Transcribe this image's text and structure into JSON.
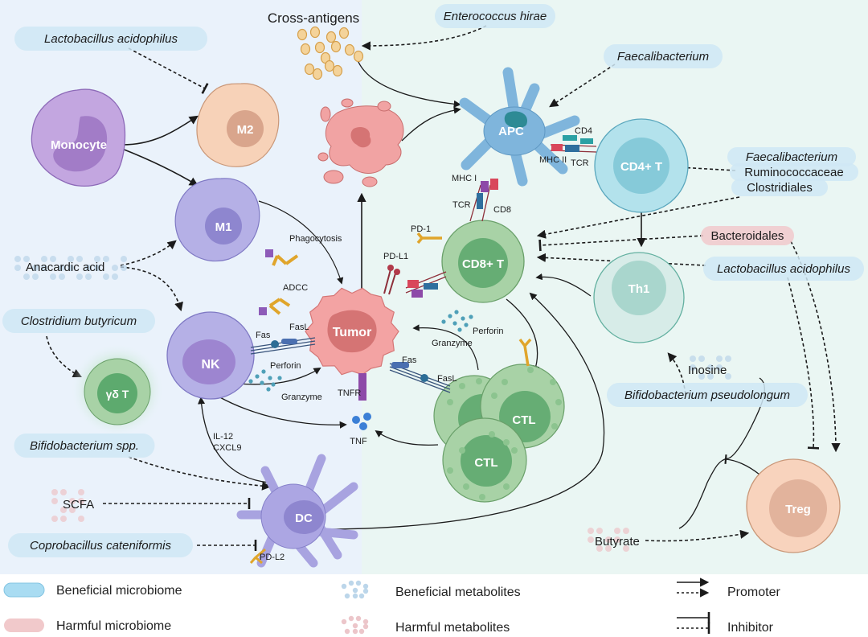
{
  "colors": {
    "left_panel_bg": "#eaf2fb",
    "right_panel_bg": "#eaf6f3",
    "beneficial_microbe": "#cfe7f4",
    "harmful_microbe": "#f1c9cb",
    "beneficial_metabolite": "#bcd6ea",
    "harmful_metabolite": "#ecc6ca"
  },
  "cells": {
    "monocyte": "Monocyte",
    "m2": "M2",
    "m1": "M1",
    "nk": "NK",
    "gamma_delta_t": "γδ T",
    "dc": "DC",
    "tumor": "Tumor",
    "apc": "APC",
    "cd4_t": "CD4+ T",
    "cd8_t": "CD8+ T",
    "th1": "Th1",
    "ctl_1": "CTL",
    "ctl_2": "CTL",
    "treg": "Treg"
  },
  "labels": {
    "cross_antigens": "Cross-antigens",
    "phagocytosis": "Phagocytosis",
    "adcc": "ADCC",
    "fas_nk": "Fas",
    "fasl_nk": "FasL",
    "perforin_nk": "Perforin",
    "granzyme_nk": "Granzyme",
    "tnfr": "TNFR",
    "tnf": "TNF",
    "il12": "IL-12",
    "cxcl9": "CXCL9",
    "pd_l2": "PD-L2",
    "pd_l1": "PD-L1",
    "pd_1": "PD-1",
    "tcr_cd8": "TCR",
    "cd8": "CD8",
    "mhc1": "MHC I",
    "mhc2": "MHC II",
    "cd4": "CD4",
    "tcr_cd4": "TCR",
    "perforin_ctl": "Perforin",
    "granzyme_ctl": "Granzyme",
    "fas_ctl": "Fas",
    "fasl_ctl": "FasL"
  },
  "microbes": {
    "lactobacillus_left": "Lactobacillus acidophilus",
    "enterococcus": "Enterococcus hirae",
    "faecalibacterium_top": "Faecalibacterium",
    "faecalibacterium_right": "Faecalibacterium",
    "ruminococcaceae": "Ruminococcaceae",
    "clostridiales": "Clostridiales",
    "bacteroidales": "Bacteroidales",
    "lactobacillus_right": "Lactobacillus acidophilus",
    "clostridium_butyricum": "Clostridium butyricum",
    "bifidobacterium_spp": "Bifidobacterium spp.",
    "coprobacillus": "Coprobacillus cateniformis",
    "bifidobacterium_pseudolongum": "Bifidobacterium pseudolongum"
  },
  "metabolites": {
    "anacardic_acid": "Anacardic acid",
    "scfa": "SCFA",
    "inosine": "Inosine",
    "butyrate": "Butyrate"
  },
  "legend": {
    "beneficial_microbiome": "Beneficial microbiome",
    "harmful_microbiome": "Harmful microbiome",
    "beneficial_metabolites": "Beneficial metabolites",
    "harmful_metabolites": "Harmful metabolites",
    "promoter": "Promoter",
    "inhibitor": "Inhibitor"
  }
}
